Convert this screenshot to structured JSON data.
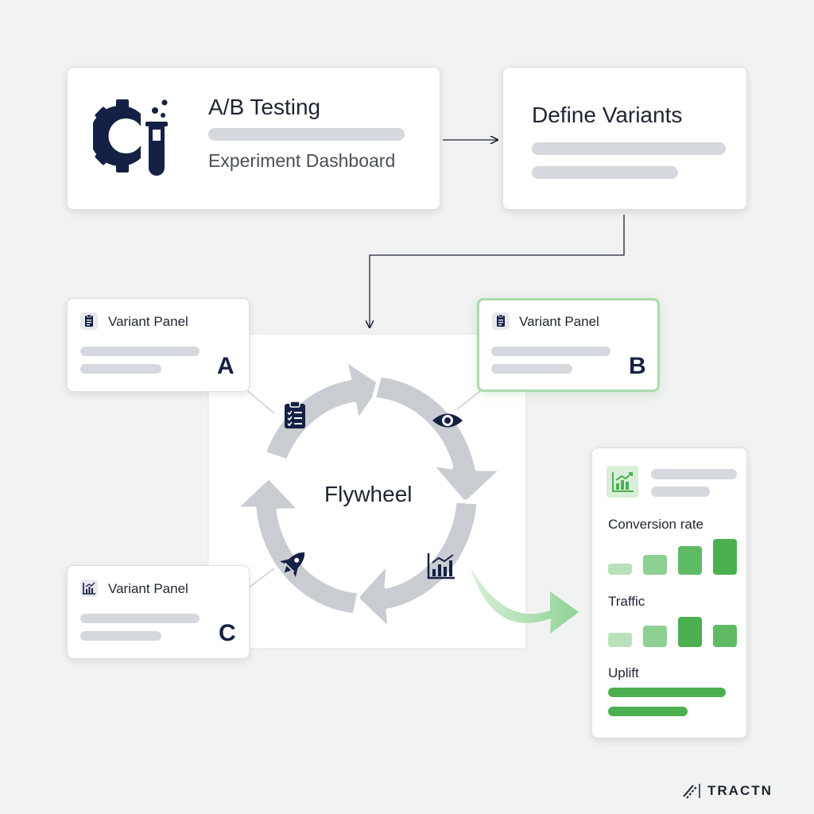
{
  "top_card": {
    "title": "A/B Testing",
    "subtitle": "Experiment Dashboard",
    "icon": "gear-flask-icon"
  },
  "define_card": {
    "title": "Define Variants"
  },
  "variant_panels": [
    {
      "label": "Variant Panel",
      "letter": "A",
      "icon": "clipboard-icon"
    },
    {
      "label": "Variant Panel",
      "letter": "B",
      "icon": "clipboard-icon"
    },
    {
      "label": "Variant Panel",
      "letter": "C",
      "icon": "chart-icon"
    }
  ],
  "flywheel": {
    "label": "Flywheel",
    "icons": [
      "checklist-icon",
      "eye-icon",
      "chart-icon",
      "rocket-icon"
    ]
  },
  "metrics_card": {
    "icon": "trend-chart-icon",
    "metrics": [
      {
        "label": "Conversion rate"
      },
      {
        "label": "Traffic"
      },
      {
        "label": "Uplift"
      }
    ]
  },
  "watermark": {
    "text": "TRACTN"
  },
  "colors": {
    "navy": "#152045",
    "green": "#4caf50",
    "gray_arrow": "#c9ccd1"
  }
}
